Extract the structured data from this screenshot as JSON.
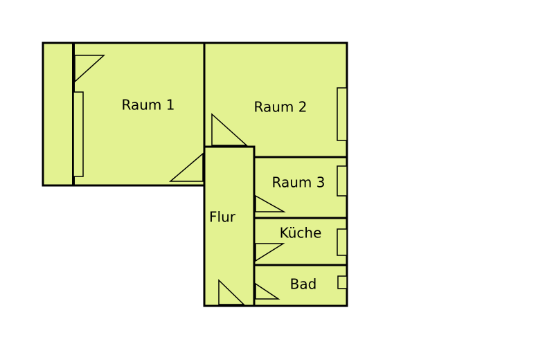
{
  "floorplan": {
    "fill_color": "#e3f291",
    "line_color": "#000000",
    "rooms": {
      "raum1": "Raum 1",
      "raum2": "Raum 2",
      "raum3": "Raum 3",
      "flur": "Flur",
      "kueche": "Küche",
      "bad": "Bad"
    }
  }
}
